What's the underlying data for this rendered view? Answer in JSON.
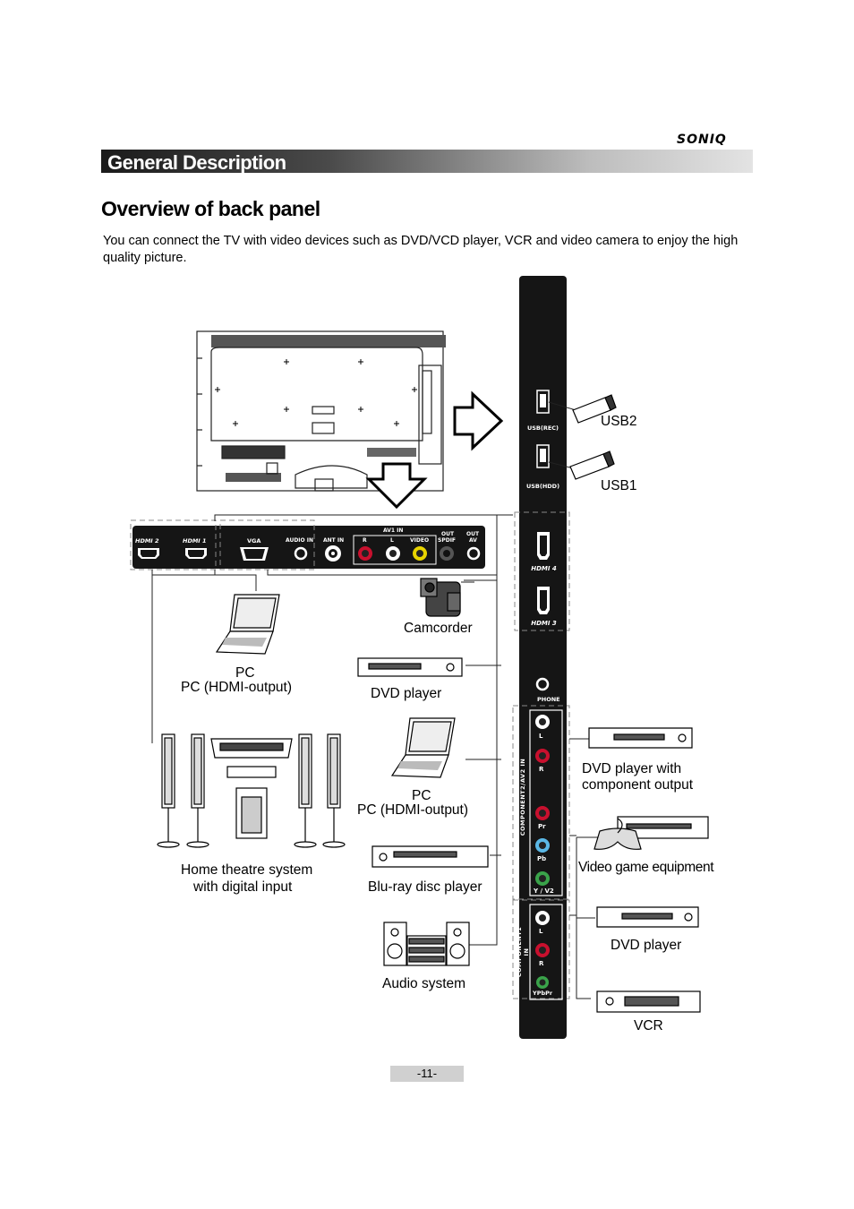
{
  "brand": "SONIQ",
  "section_title": "General Description",
  "heading": "Overview of back panel",
  "intro": "You can connect the TV with video devices such as DVD/VCD player, VCR and video camera to enjoy the high quality picture.",
  "panel_labels": {
    "usb_rec": "USB(REC)",
    "usb_hdd": "USB(HDD)",
    "hdmi4": "HDMI 4",
    "hdmi3": "HDMI 3",
    "phone": "PHONE",
    "component2": "COMPONENT2/AV2 IN",
    "component1": "COMPONENT1 IN",
    "c2_l": "L",
    "c2_r": "R",
    "c2_pr": "Pr",
    "c2_pb": "Pb",
    "c2_y": "Y / V2",
    "c1_l": "L",
    "c1_r": "R",
    "c1_ypbpr": "YPbPr"
  },
  "bottom_panel_labels": {
    "hdmi2": "HDMI 2",
    "hdmi1": "HDMI 1",
    "vga": "VGA",
    "audio_in": "AUDIO IN",
    "ant_in": "ANT IN",
    "av1_in": "AV1 IN",
    "r": "R",
    "l": "L",
    "video": "VIDEO",
    "out_spdif_1": "OUT",
    "out_spdif_2": "SPDIF",
    "out_av_1": "OUT",
    "out_av_2": "AV"
  },
  "devices": {
    "usb2": "USB2",
    "usb1": "USB1",
    "camcorder": "Camcorder",
    "pc1_line1": "PC",
    "pc1_line2": "PC (HDMI-output)",
    "dvd_left": "DVD player",
    "pc2_line1": "PC",
    "pc2_line2": "PC (HDMI-output)",
    "home_theatre_line1": "Home theatre system",
    "home_theatre_line2": "with digital input",
    "bluray": "Blu-ray disc player",
    "audio_system": "Audio system",
    "dvd_component_line1": "DVD player  with",
    "dvd_component_line2": "component output",
    "video_game": "Video game equipment",
    "dvd_right": "DVD player",
    "vcr": "VCR"
  },
  "page_number": "-11-"
}
